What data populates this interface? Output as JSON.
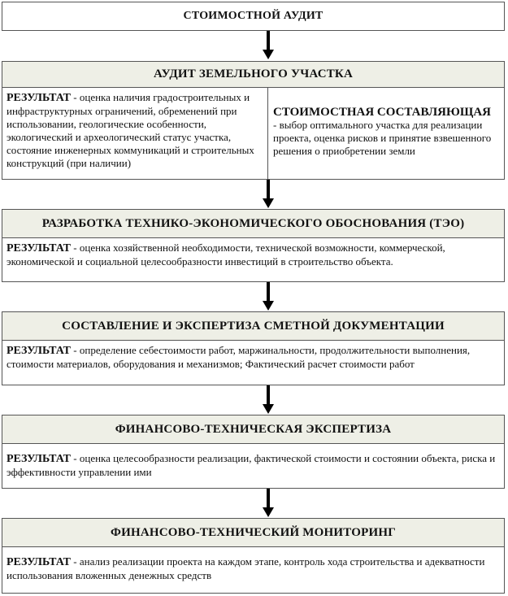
{
  "title": "СТОИМОСТНОЙ АУДИТ",
  "result_label": "РЕЗУЛЬТАТ",
  "stage1": {
    "header": "АУДИТ ЗЕМЕЛЬНОГО УЧАСТКА",
    "result_text": " - оценка наличия градостроительных и инфраструктурных ограничений, обременений при использовании, геологические особенности, экологический и археологический статус участка, состояние инженерных коммуникаций и строительных конструкций (при наличии)",
    "cost_label": "СТОИМОСТНАЯ СОСТАВЛЯЮЩАЯ",
    "cost_text": "- выбор оптимального участка для реализации проекта, оценка рисков и принятие взвешенного решения о приобретении земли"
  },
  "stage2": {
    "header": "РАЗРАБОТКА ТЕХНИКО-ЭКОНОМИЧЕСКОГО ОБОСНОВАНИЯ (ТЭО)",
    "result_text": " - оценка хозяйственной необходимости, технической возможности, коммерческой, экономической и социальной целесообразности инвестиций в строительство объекта."
  },
  "stage3": {
    "header": "СОСТАВЛЕНИЕ И ЭКСПЕРТИЗА СМЕТНОЙ ДОКУМЕНТАЦИИ",
    "result_text": " - определение себестоимости работ, маржинальности, продолжительности выполнения, стоимости материалов, оборудования и механизмов; Фактический расчет стоимости работ"
  },
  "stage4": {
    "header": "ФИНАНСОВО-ТЕХНИЧЕСКАЯ ЭКСПЕРТИЗА",
    "result_text": " - оценка целесообразности реализации, фактической стоимости и состоянии объекта, риска и эффективности управлении ими"
  },
  "stage5": {
    "header": "ФИНАНСОВО-ТЕХНИЧЕСКИЙ МОНИТОРИНГ",
    "result_text": " - анализ реализации проекта на каждом этапе, контроль хода строительства и адекватности использования вложенных денежных средств"
  }
}
